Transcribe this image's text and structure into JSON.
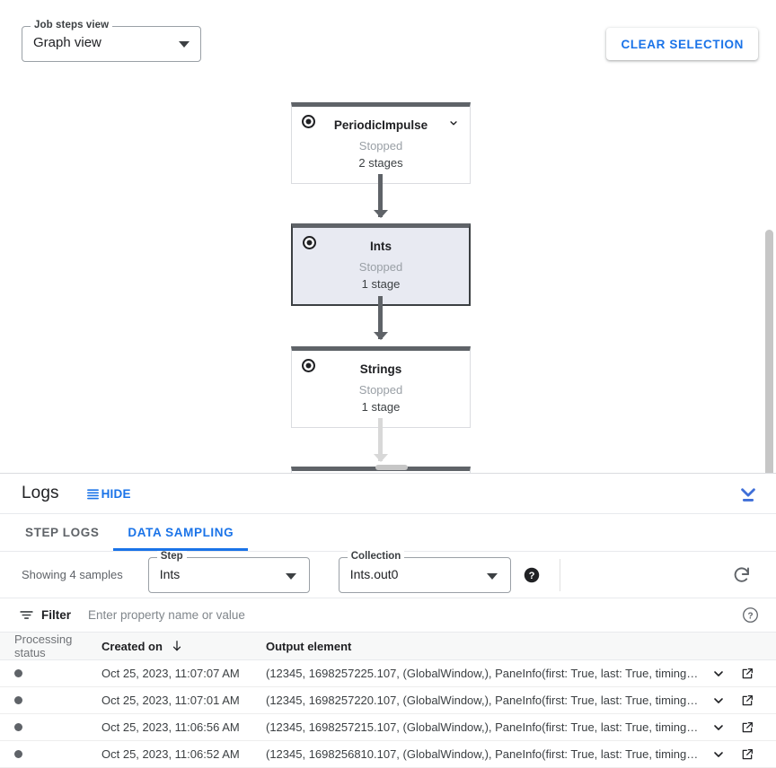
{
  "toolbar": {
    "view_select": {
      "label": "Job steps view",
      "value": "Graph view",
      "caret_icon": "caret-down-icon"
    },
    "clear_selection_label": "CLEAR SELECTION"
  },
  "graph": {
    "nodes": [
      {
        "name": "PeriodicImpulse",
        "status": "Stopped",
        "stages": "2 stages",
        "selected": false,
        "has_chevron": true,
        "status_icon": "stopped-icon"
      },
      {
        "name": "Ints",
        "status": "Stopped",
        "stages": "1 stage",
        "selected": true,
        "has_chevron": false,
        "status_icon": "stopped-icon"
      },
      {
        "name": "Strings",
        "status": "Stopped",
        "stages": "1 stage",
        "selected": false,
        "has_chevron": false,
        "status_icon": "stopped-icon"
      }
    ]
  },
  "logs": {
    "title": "Logs",
    "hide_label": "HIDE",
    "hide_icon": "list-lines-icon",
    "collapse_icon": "collapse-panel-icon",
    "tabs": [
      {
        "label": "STEP LOGS",
        "active": false
      },
      {
        "label": "DATA SAMPLING",
        "active": true
      }
    ]
  },
  "sampling": {
    "showing_text": "Showing 4 samples",
    "step_field": {
      "label": "Step",
      "value": "Ints"
    },
    "collection_field": {
      "label": "Collection",
      "value": "Ints.out0"
    },
    "help_icon": "help-icon",
    "refresh_icon": "refresh-icon"
  },
  "filter": {
    "icon": "filter-icon",
    "label": "Filter",
    "placeholder": "Enter property name or value",
    "value": "",
    "help_icon": "help-icon"
  },
  "table": {
    "columns": {
      "status": "Processing status",
      "created": "Created on",
      "output": "Output element"
    },
    "sort_icon": "arrow-down-icon",
    "rows": [
      {
        "status_icon": "status-dot",
        "created": "Oct 25, 2023, 11:07:07 AM",
        "output": "(12345, 1698257225.107, (GlobalWindow,), PaneInfo(first: True, last: True, timing…",
        "expand_icon": "chevron-down-icon",
        "open_icon": "open-in-new-icon"
      },
      {
        "status_icon": "status-dot",
        "created": "Oct 25, 2023, 11:07:01 AM",
        "output": "(12345, 1698257220.107, (GlobalWindow,), PaneInfo(first: True, last: True, timing…",
        "expand_icon": "chevron-down-icon",
        "open_icon": "open-in-new-icon"
      },
      {
        "status_icon": "status-dot",
        "created": "Oct 25, 2023, 11:06:56 AM",
        "output": "(12345, 1698257215.107, (GlobalWindow,), PaneInfo(first: True, last: True, timing…",
        "expand_icon": "chevron-down-icon",
        "open_icon": "open-in-new-icon"
      },
      {
        "status_icon": "status-dot",
        "created": "Oct 25, 2023, 11:06:52 AM",
        "output": "(12345, 1698256810.107, (GlobalWindow,), PaneInfo(first: True, last: True, timing…",
        "expand_icon": "chevron-down-icon",
        "open_icon": "open-in-new-icon"
      }
    ]
  },
  "colors": {
    "accent_blue": "#1a73e8",
    "node_bar": "#5f6368",
    "node_selected_bg": "#e8eaf2",
    "text_primary": "#202124",
    "text_secondary": "#5f6368"
  }
}
